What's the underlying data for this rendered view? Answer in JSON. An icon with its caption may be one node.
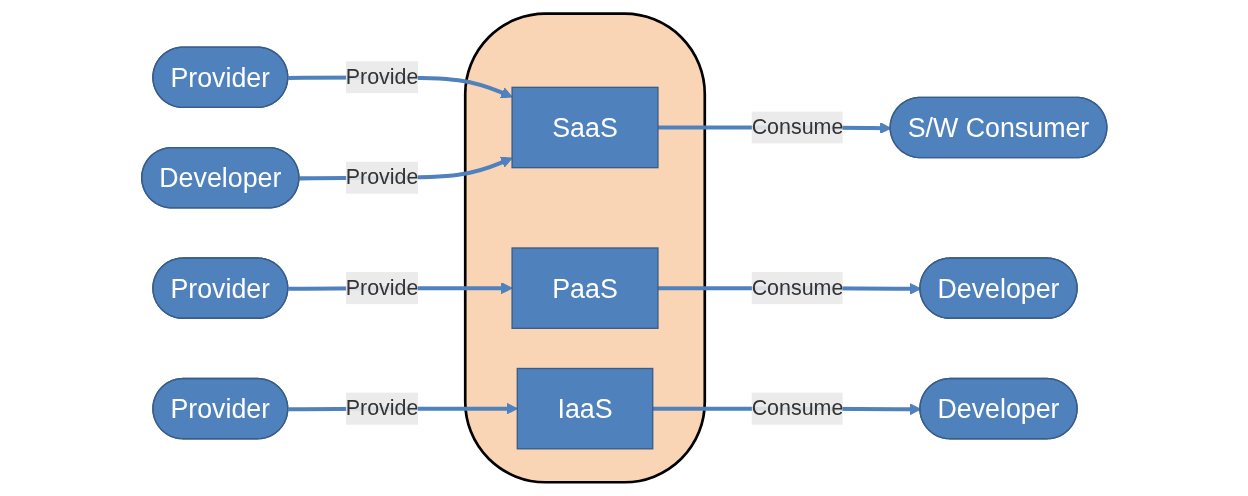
{
  "diagram": {
    "nodes": [
      {
        "text": [
          "Provider"
        ]
      },
      {
        "text": [],
        "shape": "cloud"
      },
      {
        "text": [
          "SaaS"
        ],
        "in": 1
      },
      {
        "text": [
          "S/W Consumer"
        ]
      },
      {
        "text": [
          "Developer"
        ]
      },
      {
        "text": [
          "Provider"
        ]
      },
      {
        "text": [
          "PaaS"
        ],
        "in": 1
      },
      {
        "text": [
          "Developer"
        ]
      },
      {
        "text": [
          "Provider"
        ]
      },
      {
        "text": [
          "IaaS"
        ],
        "in": 1
      },
      {
        "text": [
          "Developer"
        ]
      }
    ],
    "edges": [
      {
        "from": 0,
        "to": 2,
        "label": "Provide",
        "arrow": "to"
      },
      {
        "from": 2,
        "to": 3,
        "label": "Consume",
        "arrow": "to"
      },
      {
        "from": 4,
        "to": 2,
        "label": "Provide",
        "arrow": "to"
      },
      {
        "from": 5,
        "to": 6,
        "label": "Provide",
        "arrow": "to"
      },
      {
        "from": 6,
        "to": 7,
        "label": "Consume",
        "arrow": "to"
      },
      {
        "from": 8,
        "to": 9,
        "label": "Provide",
        "arrow": "to"
      },
      {
        "from": 9,
        "to": 10,
        "label": "Consume",
        "arrow": "to"
      }
    ]
  }
}
